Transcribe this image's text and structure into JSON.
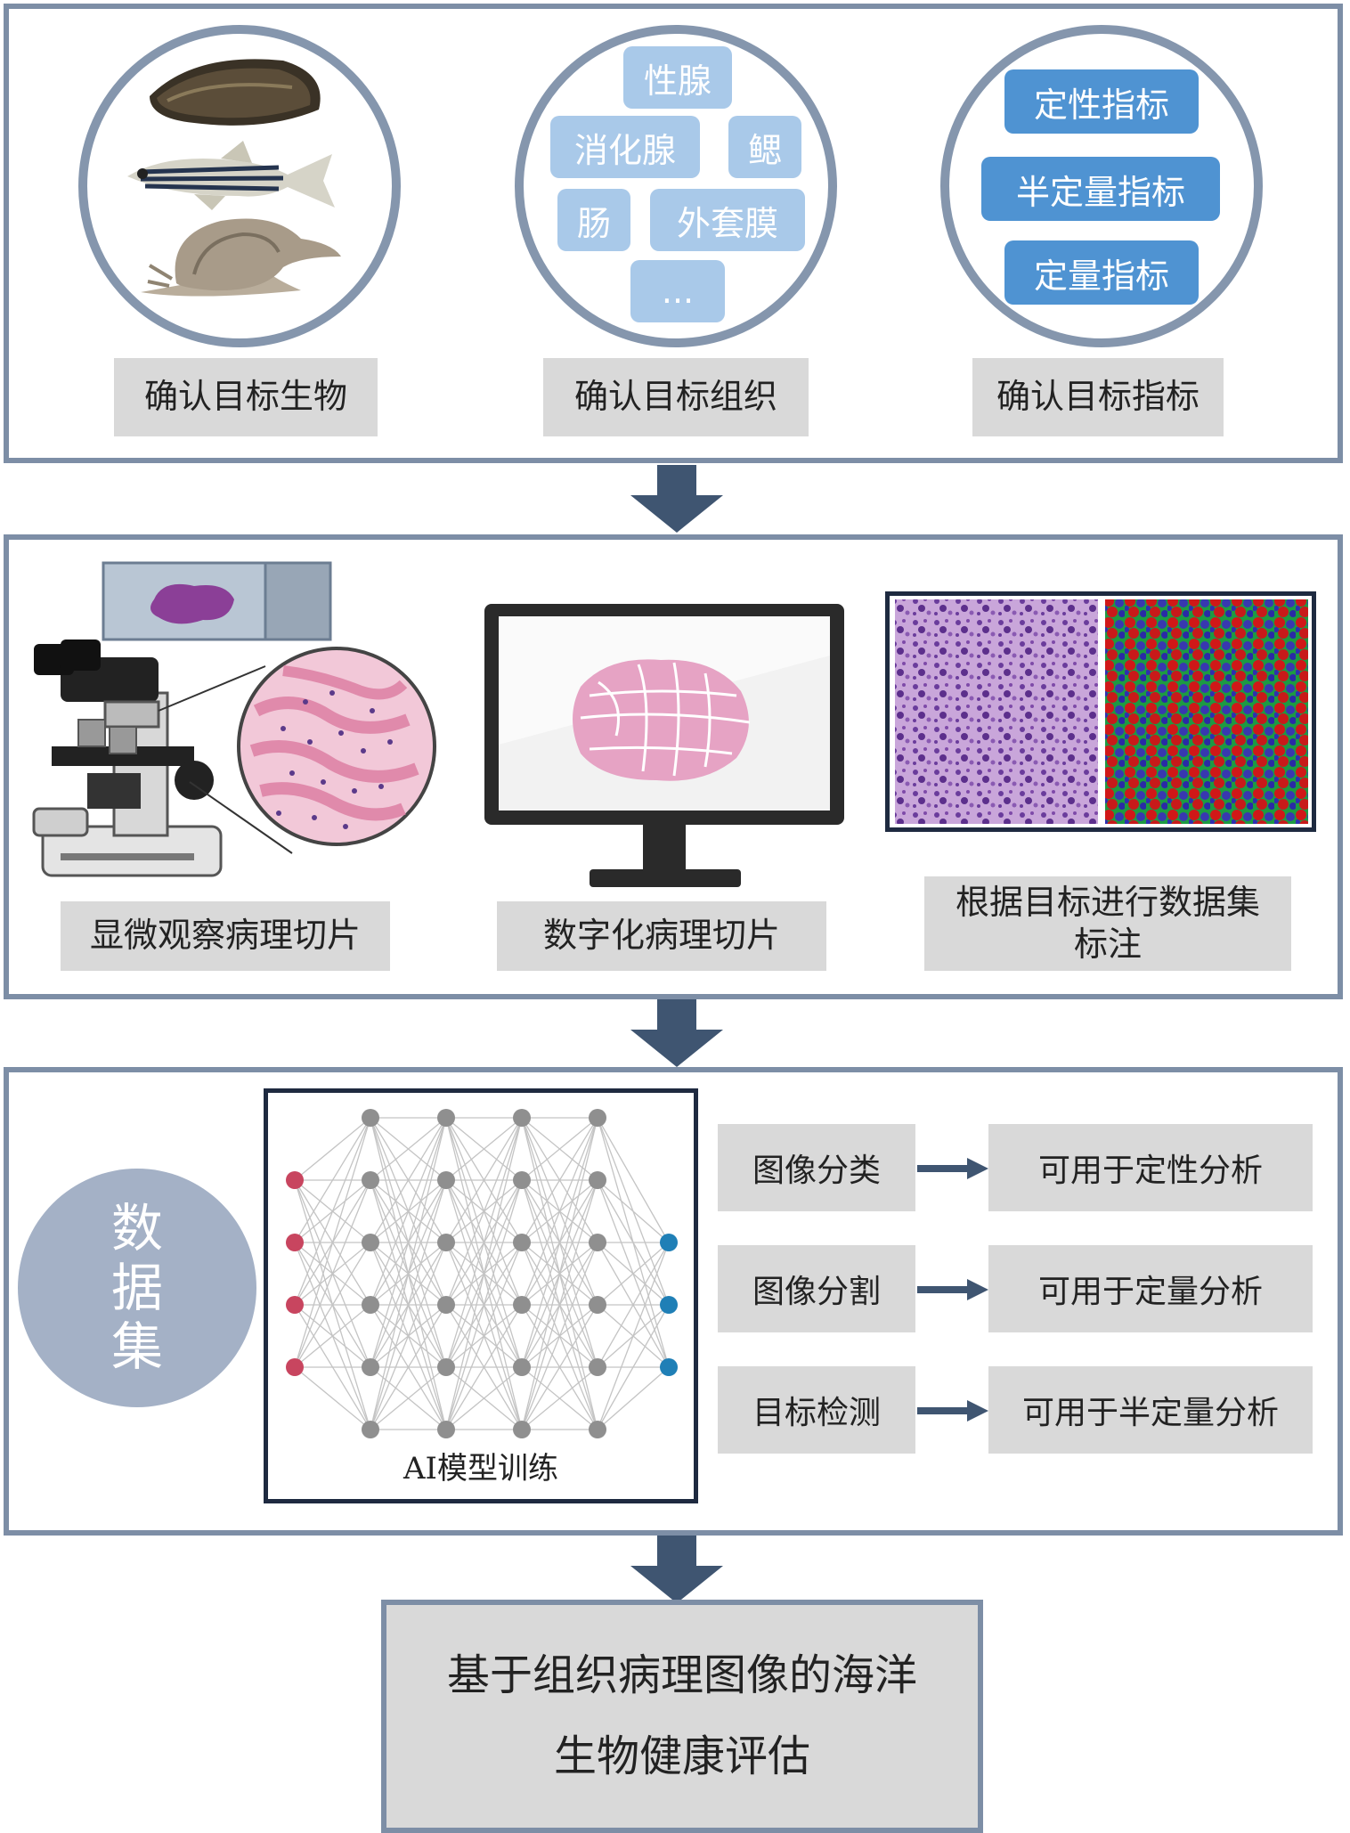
{
  "section1": {
    "organisms_label": "确认目标生物",
    "tissues_label": "确认目标组织",
    "indicators_label": "确认目标指标",
    "tissues": [
      "性腺",
      "消化腺",
      "鳃",
      "肠",
      "外套膜",
      "..."
    ],
    "indicators": [
      "定性指标",
      "半定量指标",
      "定量指标"
    ]
  },
  "section2": {
    "microscope_label": "显微观察病理切片",
    "digital_label": "数字化病理切片",
    "annotation_label_line1": "根据目标进行数据集",
    "annotation_label_line2": "标注"
  },
  "section3": {
    "dataset_chars": [
      "数",
      "据",
      "集"
    ],
    "ai_label": "AI模型训练",
    "tasks": [
      {
        "task": "图像分类",
        "use": "可用于定性分析"
      },
      {
        "task": "图像分割",
        "use": "可用于定量分析"
      },
      {
        "task": "目标检测",
        "use": "可用于半定量分析"
      }
    ]
  },
  "final": {
    "line1": "基于组织病理图像的海洋",
    "line2": "生物健康评估"
  },
  "colors": {
    "border": "#7d8ea6",
    "arrow": "#3f5571",
    "pill_light": "#a9c9e9",
    "pill_dark": "#4f93d2",
    "node_input": "#c8455f",
    "node_hidden": "#8f8f8f",
    "node_output": "#1f7fb6"
  }
}
